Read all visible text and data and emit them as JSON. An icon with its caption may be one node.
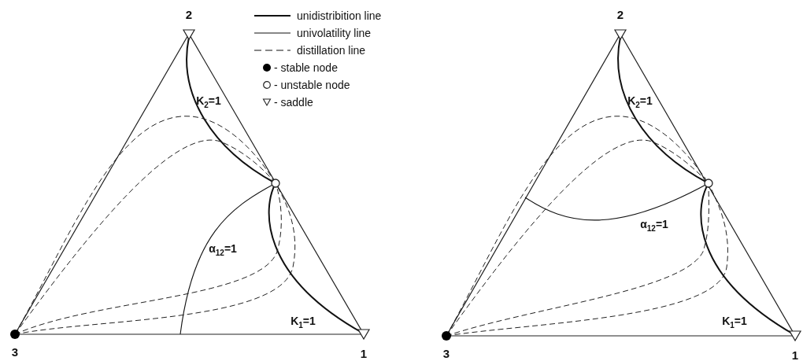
{
  "diagram": {
    "labels": [
      "2",
      "K$_{2}$=1",
      "α$_{12}$=1",
      "K$_{1}$=1",
      "3",
      "1",
      "2",
      "K$_{2}$=1",
      "α$_{12}$=1",
      "K$_{1}$=1",
      "3",
      "1"
    ],
    "legend": [
      {
        "text": "unidistribition line"
      },
      {
        "text": "univolatility line"
      },
      {
        "text": "distillation line"
      },
      {
        "text": "- stable node"
      },
      {
        "text": "- unstable node"
      },
      {
        "text": "- saddle"
      }
    ]
  }
}
